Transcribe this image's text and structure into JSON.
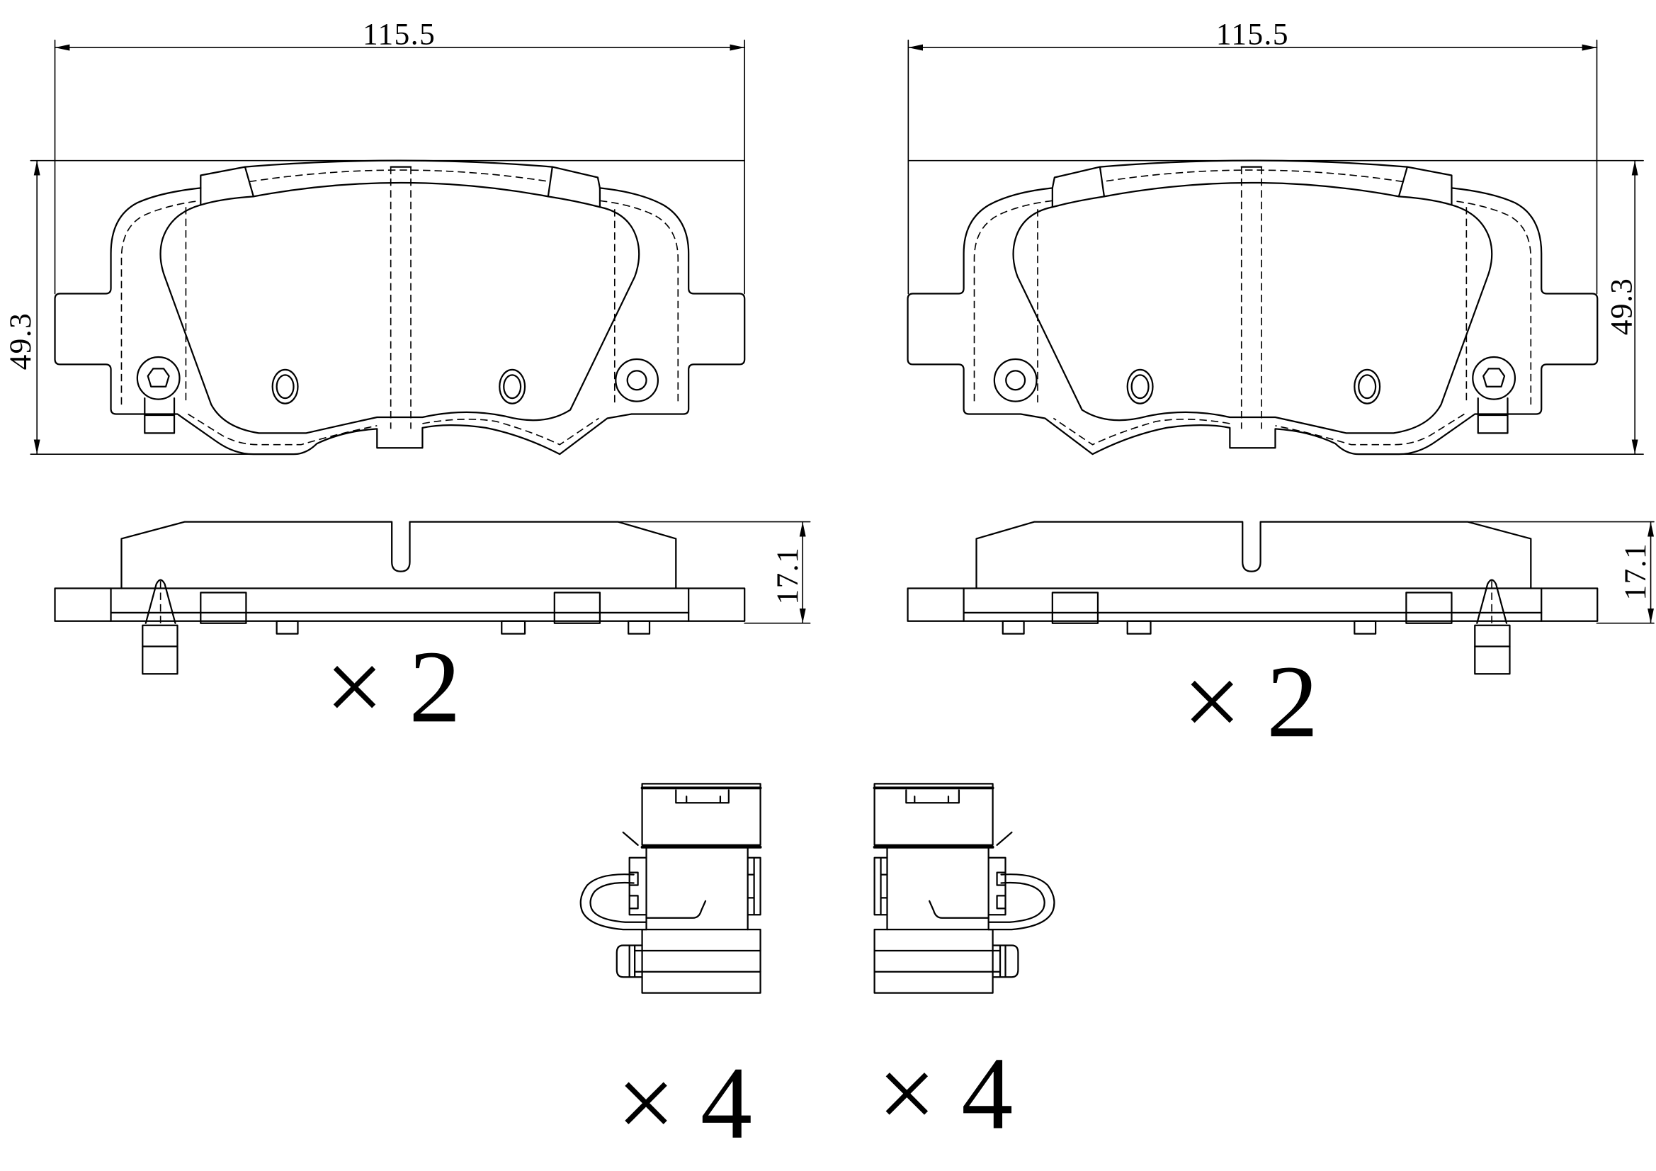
{
  "left_pad": {
    "width_dim": "115.5",
    "height_dim": "49.3",
    "thickness_dim": "17.1",
    "quantity": "×2"
  },
  "right_pad": {
    "width_dim": "115.5",
    "height_dim": "49.3",
    "thickness_dim": "17.1",
    "quantity": "×2"
  },
  "left_clip": {
    "quantity": "×4"
  },
  "right_clip": {
    "quantity": "×4"
  },
  "colors": {
    "line": "#000000",
    "background": "#ffffff"
  }
}
